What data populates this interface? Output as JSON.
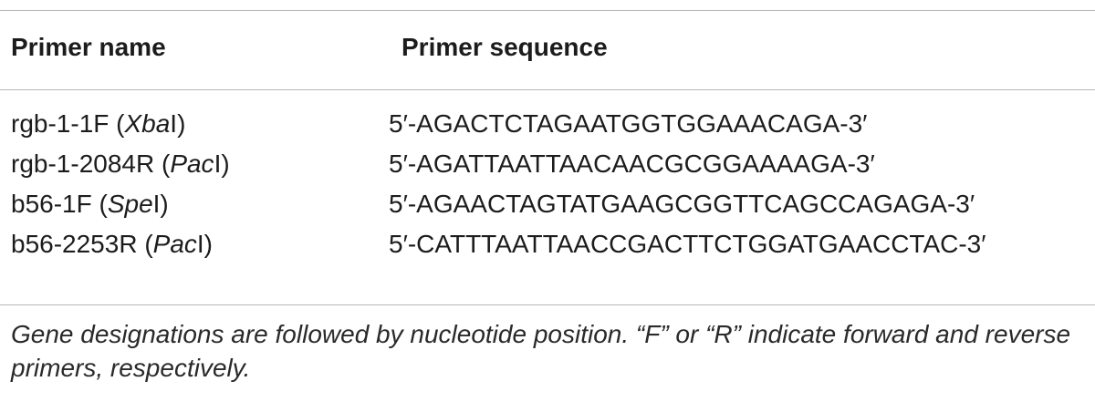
{
  "table": {
    "headers": {
      "name": "Primer name",
      "sequence": "Primer sequence"
    },
    "rows": [
      {
        "name_prefix": "rgb-1-1F (",
        "enzyme": "Xba",
        "name_suffix": "I)",
        "sequence": "5′-AGACTCTAGAATGGTGGAAACAGA-3′"
      },
      {
        "name_prefix": "rgb-1-2084R (",
        "enzyme": "Pac",
        "name_suffix": "I)",
        "sequence": "5′-AGATTAATTAACAACGCGGAAAAGA-3′"
      },
      {
        "name_prefix": "b56-1F (",
        "enzyme": "Spe",
        "name_suffix": "I)",
        "sequence": "5′-AGAACTAGTATGAAGCGGTTCAGCCAGAGA-3′"
      },
      {
        "name_prefix": "b56-2253R (",
        "enzyme": "Pac",
        "name_suffix": "I)",
        "sequence": "5′-CATTTAATTAACCGACTTCTGGATGAACCTAC-3′"
      }
    ],
    "footnote": "Gene designations are followed by nucleotide position. “F” or “R” indicate forward and reverse primers, respectively."
  }
}
